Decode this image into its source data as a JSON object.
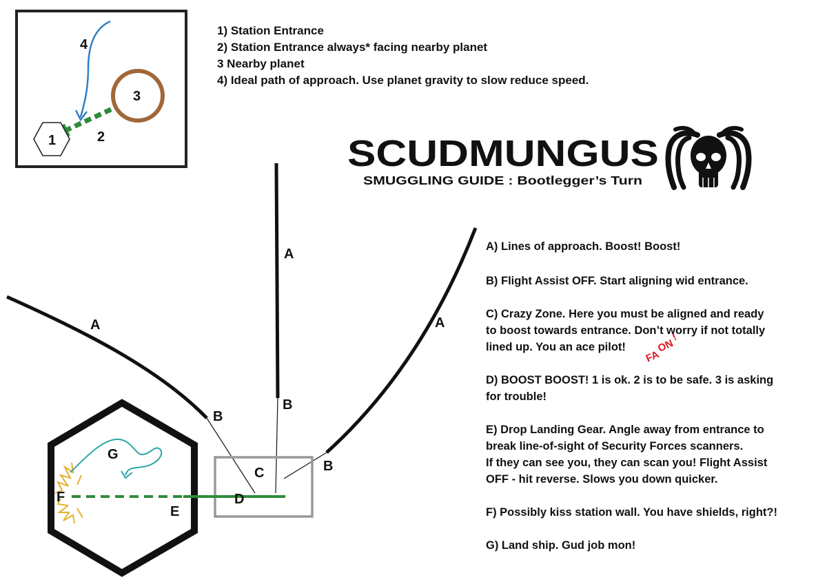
{
  "colors": {
    "ink": "#111111",
    "planet": "#a0683a",
    "approach_arrow": "#2f7fc4",
    "path_green": "#2e8b3a",
    "crazy_zone_box": "#999999",
    "impact_spark": "#e6b030",
    "landing_arrow": "#2aa5a5",
    "scribble_red": "#e0191f"
  },
  "inset_map": {
    "label_entrance": "1",
    "label_facing": "2",
    "label_planet": "3",
    "label_path": "4"
  },
  "legend": [
    "1) Station Entrance",
    "2) Station Entrance always* facing nearby planet",
    "3 Nearby planet",
    "4) Ideal path of approach. Use planet gravity to slow reduce speed."
  ],
  "header": {
    "title": "SCUDMUNGUS",
    "subtitle": "SMUGGLING GUIDE : Bootlegger’s Turn",
    "logo_icon": "dreadlocked-skull-icon"
  },
  "diagram": {
    "label_a_left": "A",
    "label_a_center": "A",
    "label_a_right": "A",
    "label_b_left": "B",
    "label_b_center": "B",
    "label_b_right": "B",
    "label_c": "C",
    "label_d": "D",
    "label_e": "E",
    "label_f": "F",
    "label_g": "G"
  },
  "notes": [
    {
      "key": "A",
      "lines": [
        "A) Lines of approach. Boost! Boost!"
      ]
    },
    {
      "key": "B",
      "lines": [
        "B) Flight Assist OFF. Start aligning wid entrance."
      ]
    },
    {
      "key": "C",
      "lines": [
        "C) Crazy Zone. Here you must be aligned and ready",
        "to boost towards entrance. Don’t worry if not totally",
        "lined up. You an ace pilot!"
      ]
    },
    {
      "key": "D",
      "lines": [
        "D) BOOST BOOST! 1 is ok. 2 is to be safe. 3 is asking",
        "for trouble!"
      ]
    },
    {
      "key": "E",
      "lines": [
        "E) Drop Landing Gear. Angle away from entrance to",
        "break line-of-sight of Security Forces scanners.",
        "If they can see you, they can scan you! Flight Assist",
        "OFF - hit reverse. Slows you down quicker."
      ]
    },
    {
      "key": "F",
      "lines": [
        "F) Possibly kiss station wall. You have shields, right?!"
      ]
    },
    {
      "key": "G",
      "lines": [
        "G) Land ship. Gud job mon!"
      ]
    }
  ],
  "scribble": {
    "part1": "FA",
    "part2": "ON",
    "part3": "!"
  }
}
